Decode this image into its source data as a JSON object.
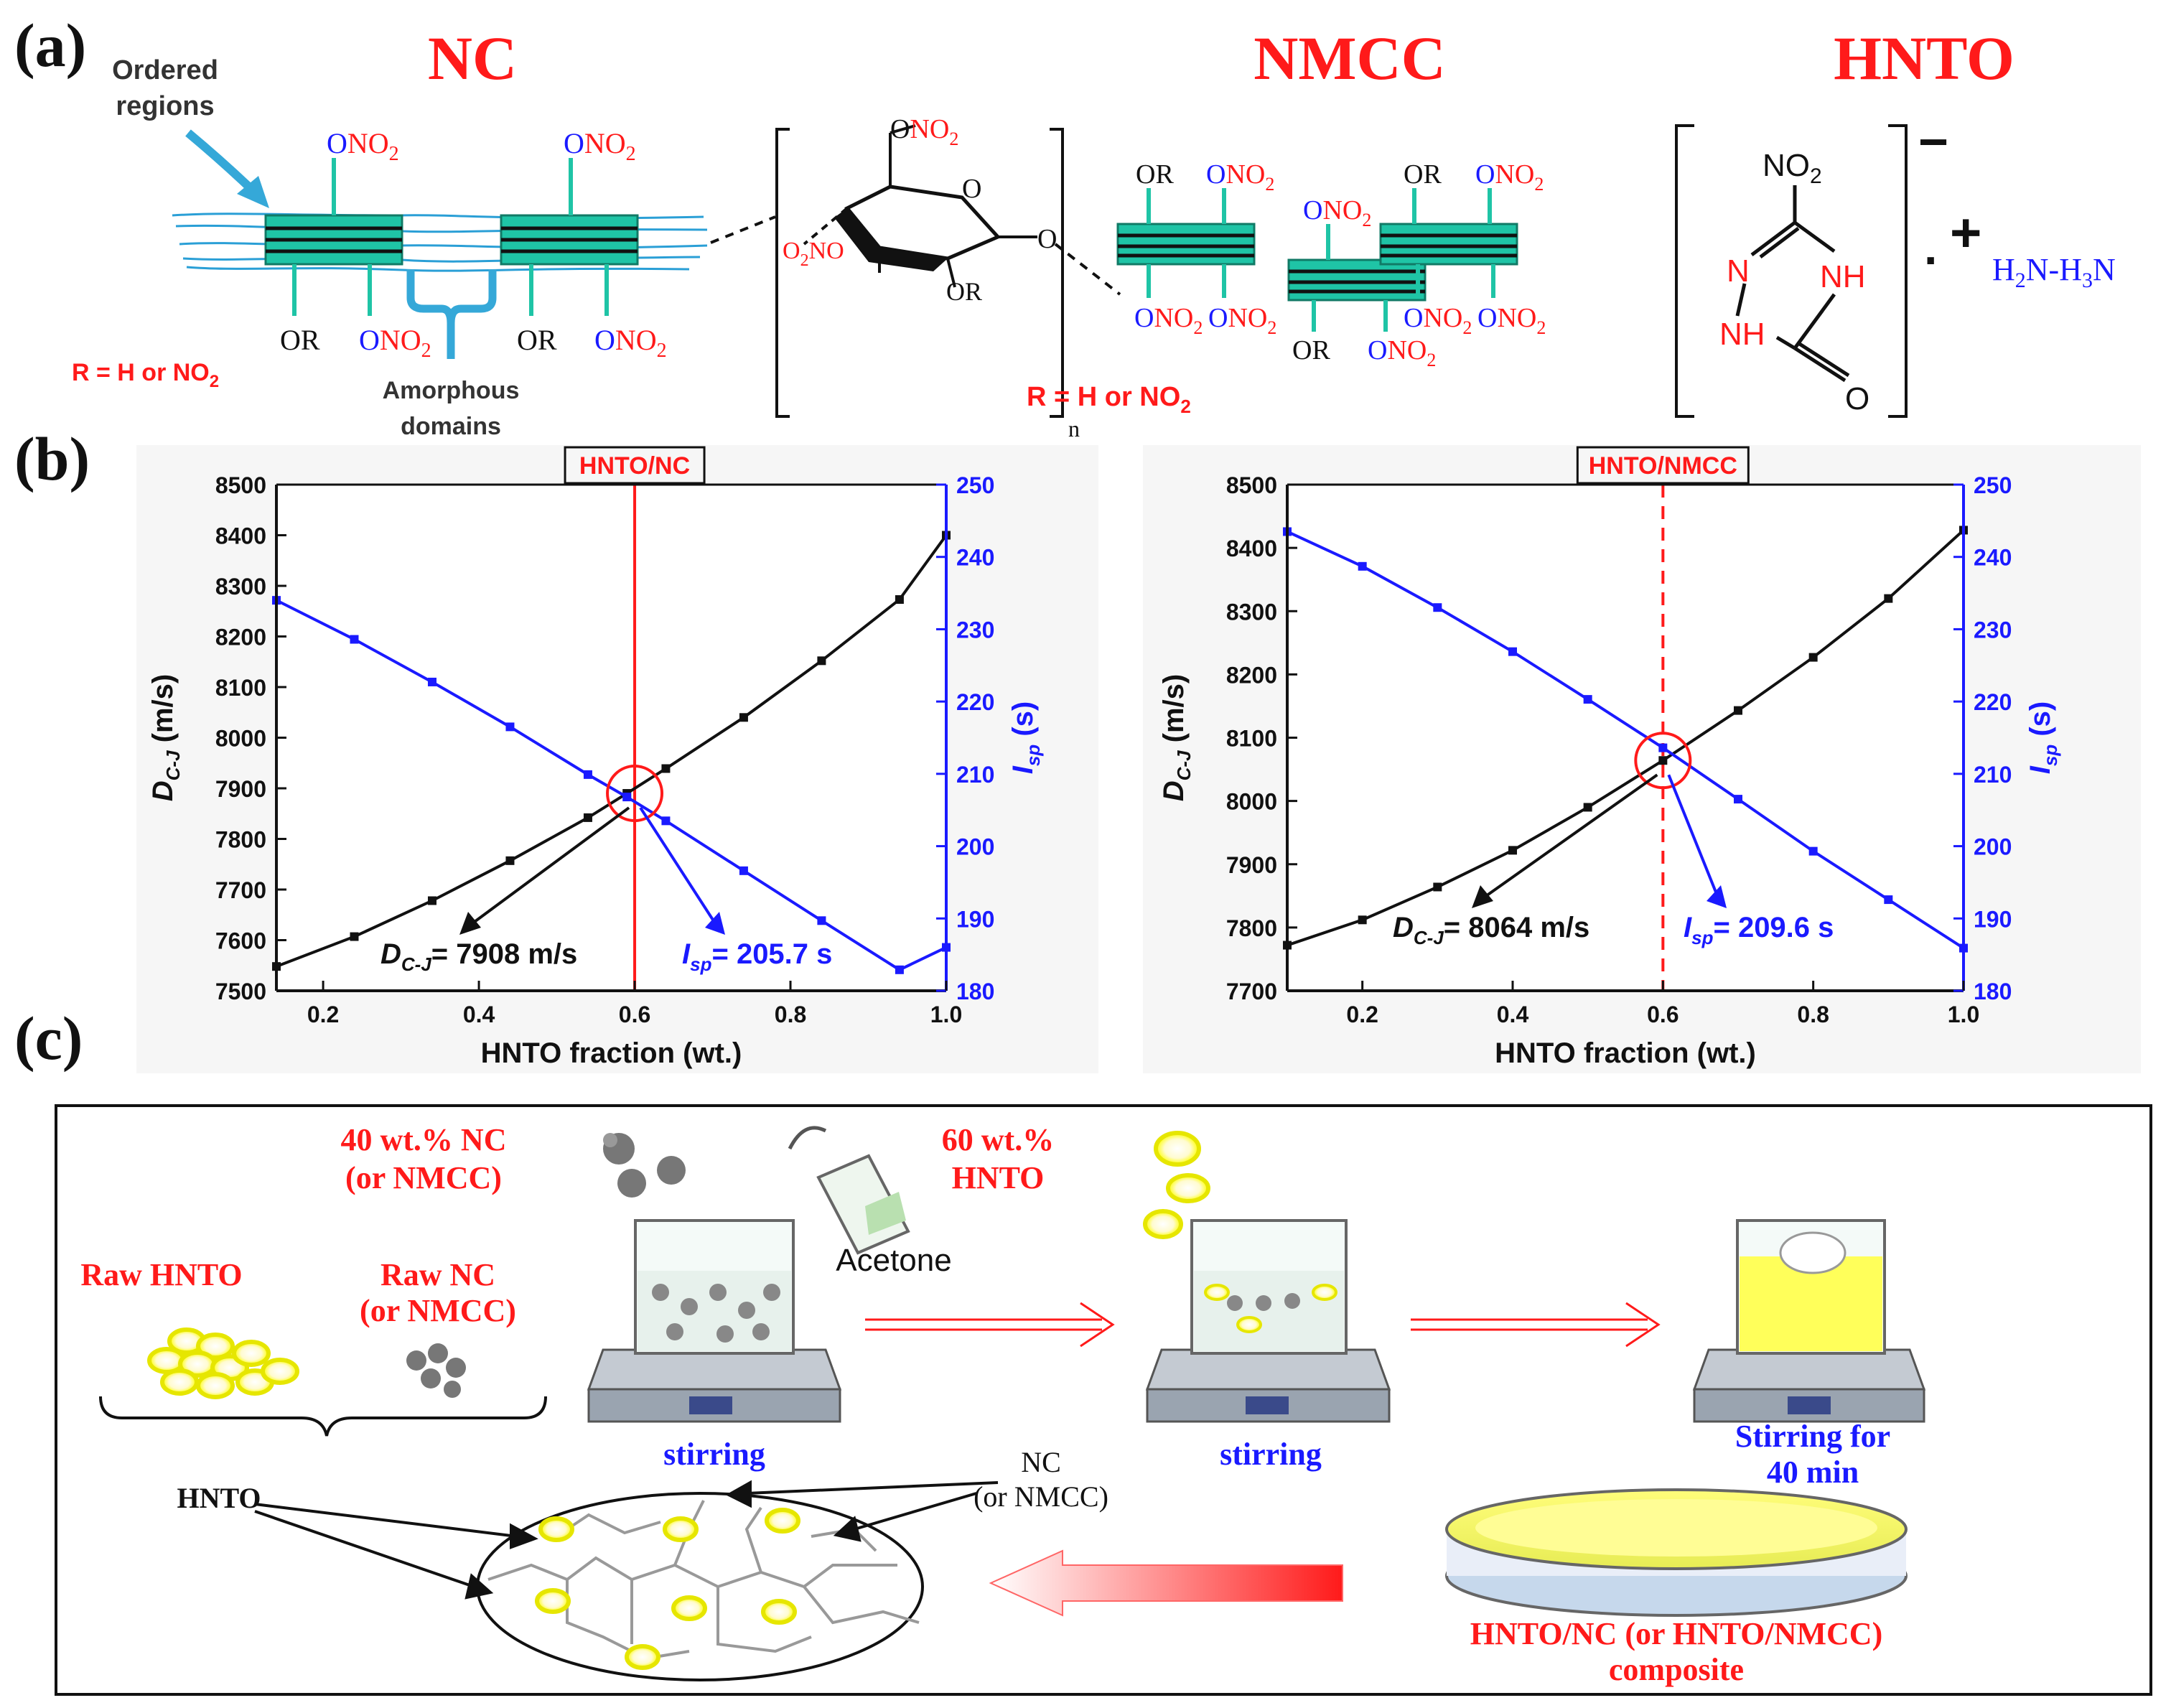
{
  "colors": {
    "red": "#ff1a1a",
    "blue": "#1a1aff",
    "teal": "#1fc4a6",
    "dark": "#111111",
    "yellow": "#ffff33",
    "grey": "#707070"
  },
  "panel_a": {
    "label": "(a)",
    "nc_title": "NC",
    "nmcc_title": "NMCC",
    "hnto_title": "HNTO",
    "ordered_regions": [
      "Ordered",
      "regions"
    ],
    "amorphous_domains": [
      "Amorphous",
      "domains"
    ],
    "r_def": "R = H or NO",
    "r_def_sub": "2",
    "ono2_o": "O",
    "ono2_n": "NO",
    "ono2_sub": "2",
    "or_label": "OR",
    "o2no_label": "O",
    "o2no_sub": "2",
    "o2no_rest": "NO",
    "ring_o": "O",
    "ring_glyco_o": "O",
    "repeat_n": "n",
    "no2_label": "NO",
    "no2_sub": "2",
    "n_atom": "N",
    "nh_atom": "NH",
    "nh2_atom": "NH",
    "o_atom": "O",
    "anion_charge": "−",
    "dot": "·",
    "cation_charge": "+",
    "cation_formula": "H",
    "cation_parts": [
      "H",
      "2",
      "N-H",
      "3",
      "N"
    ]
  },
  "panel_b": {
    "label": "(b)"
  },
  "chart_data": [
    {
      "type": "line",
      "title": "HNTO/NC",
      "xlabel": "HNTO fraction (wt.)",
      "ylabel_left": "D",
      "ylabel_left_sub": "C-J",
      "ylabel_left_unit": " (m/s)",
      "ylabel_right": "I",
      "ylabel_right_sub": "sp",
      "ylabel_right_unit": " (s)",
      "xlim": [
        0.14,
        1.0
      ],
      "ylim_left": [
        7500,
        8500
      ],
      "ylim_right": [
        180,
        250
      ],
      "xticks": [
        "0.2",
        "0.4",
        "0.6",
        "0.8",
        "1.0"
      ],
      "xtick_values": [
        0.2,
        0.4,
        0.6,
        0.8,
        1.0
      ],
      "yticks_left": [
        "7500",
        "7600",
        "7700",
        "7800",
        "7900",
        "8000",
        "8100",
        "8200",
        "8300",
        "8400",
        "8500"
      ],
      "yticks_right": [
        "180",
        "190",
        "200",
        "210",
        "220",
        "230",
        "240",
        "250"
      ],
      "series": [
        {
          "axis": "left",
          "color": "#111111",
          "x": [
            0.14,
            0.24,
            0.34,
            0.44,
            0.54,
            0.59,
            0.64,
            0.74,
            0.84,
            0.94,
            1.0
          ],
          "y": [
            7548,
            7607,
            7678,
            7757,
            7842,
            7890,
            7939,
            8040,
            8152,
            8273,
            8400
          ]
        },
        {
          "axis": "right",
          "color": "#1a1aff",
          "x": [
            0.14,
            0.24,
            0.34,
            0.44,
            0.54,
            0.59,
            0.64,
            0.74,
            0.84,
            0.94,
            1.0
          ],
          "y": [
            234.0,
            228.6,
            222.7,
            216.5,
            209.9,
            206.8,
            203.5,
            196.6,
            189.7,
            182.9,
            186.0
          ]
        }
      ],
      "marker_x": 0.6,
      "marker_style": "solid",
      "annotation_left": {
        "main": "D",
        "sub": "C-J",
        "rest": "= 7908 m/s"
      },
      "annotation_right": {
        "main": "I",
        "sub": "sp",
        "rest": "= 205.7 s"
      }
    },
    {
      "type": "line",
      "title": "HNTO/NMCC",
      "xlabel": "HNTO fraction (wt.)",
      "ylabel_left": "D",
      "ylabel_left_sub": "C-J",
      "ylabel_left_unit": " (m/s)",
      "ylabel_right": "I",
      "ylabel_right_sub": "sp",
      "ylabel_right_unit": " (s)",
      "xlim": [
        0.1,
        1.0
      ],
      "ylim_left": [
        7700,
        8500
      ],
      "ylim_right": [
        180,
        250
      ],
      "xticks": [
        "0.2",
        "0.4",
        "0.6",
        "0.8",
        "1.0"
      ],
      "xtick_values": [
        0.2,
        0.4,
        0.6,
        0.8,
        1.0
      ],
      "yticks_left": [
        "7700",
        "7800",
        "7900",
        "8000",
        "8100",
        "8200",
        "8300",
        "8400",
        "8500"
      ],
      "yticks_right": [
        "180",
        "190",
        "200",
        "210",
        "220",
        "230",
        "240",
        "250"
      ],
      "series": [
        {
          "axis": "left",
          "color": "#111111",
          "x": [
            0.1,
            0.2,
            0.3,
            0.4,
            0.5,
            0.6,
            0.7,
            0.8,
            0.9,
            1.0
          ],
          "y": [
            7772,
            7812,
            7864,
            7922,
            7990,
            8064,
            8143,
            8227,
            8320,
            8428
          ]
        },
        {
          "axis": "right",
          "color": "#1a1aff",
          "x": [
            0.1,
            0.2,
            0.3,
            0.4,
            0.5,
            0.6,
            0.7,
            0.8,
            0.9,
            1.0
          ],
          "y": [
            243.5,
            238.7,
            233.0,
            226.9,
            220.3,
            213.6,
            206.5,
            199.3,
            192.6,
            185.9
          ]
        }
      ],
      "marker_x": 0.6,
      "marker_style": "dashed",
      "annotation_left": {
        "main": "D",
        "sub": "C-J",
        "rest": "= 8064 m/s"
      },
      "annotation_right": {
        "main": "I",
        "sub": "sp",
        "rest": "= 209.6 s"
      }
    }
  ],
  "panel_c": {
    "label": "(c)",
    "step1_label": [
      "40 wt.% NC",
      "(or NMCC)"
    ],
    "acetone": "Acetone",
    "step2_label": [
      "60 wt.%",
      "HNTO"
    ],
    "raw_hnto": "Raw HNTO",
    "raw_nc": [
      "Raw NC",
      "(or NMCC)"
    ],
    "stirring1": "stirring",
    "stirring2": "stirring",
    "stirring3": [
      "Stirring for",
      "40 min"
    ],
    "hnto_pointer": "HNTO",
    "nc_pointer": [
      "NC",
      "(or NMCC)"
    ],
    "composite": [
      "HNTO/NC (or HNTO/NMCC)",
      "composite"
    ]
  }
}
